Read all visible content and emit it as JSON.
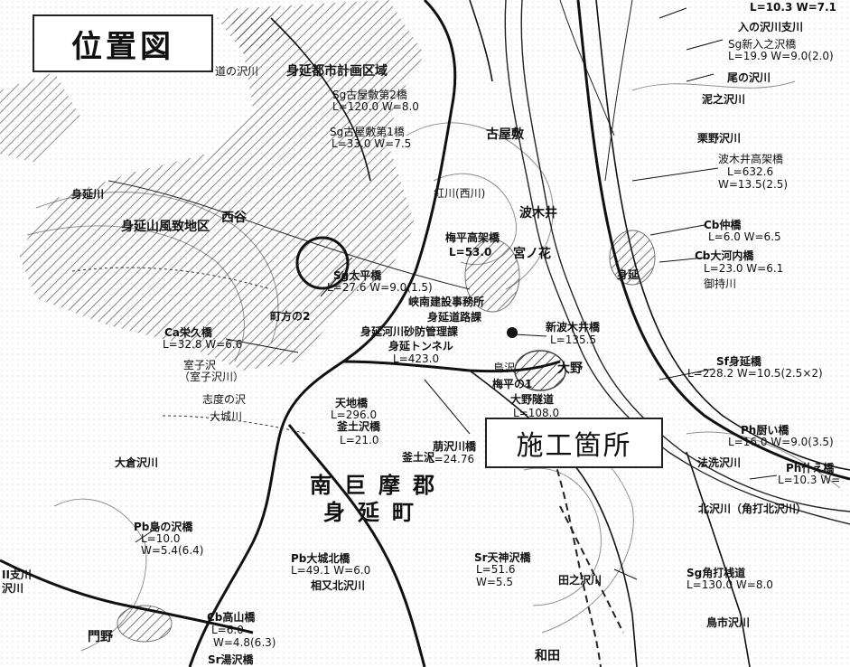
{
  "title": "位置図",
  "callout": "施工箇所",
  "labels": {
    "tl1": "道の沢川",
    "tl2": "身延都市計画区域",
    "tl3": "Sg古屋敷第2橋",
    "tl4": "L=120.0 W=8.0",
    "tl5": "Sg古屋敷第1橋",
    "tl6": "L=33.0 W=7.5",
    "tl7": "古屋敷",
    "tr1": "L=10.3 W=7.1",
    "tr2": "入の沢川支川",
    "tr3": "Sg新入之沢橋",
    "tr4": "L=19.9 W=9.0(2.0)",
    "tr5": "尾の沢川",
    "tr6": "泥之沢川",
    "tr7": "栗野沢川",
    "tr8": "波木井高架橋",
    "tr9": "L=632.6",
    "tr10": "W=13.5(2.5)",
    "c1": "身延川",
    "c2": "西谷",
    "c3": "身延山風致地区",
    "c4": "紅川(西川)",
    "c5": "波木井",
    "c6": "梅平高架橋",
    "c7": "L=53.0",
    "c8": "宮ノ花",
    "c9": "Cb仲橋",
    "c10": "L=6.0 W=6.5",
    "c11": "Cb大河内橋",
    "c12": "L=23.0 W=6.1",
    "c13": "身延",
    "c14": "御持川",
    "m1": "Sg太平橋",
    "m2": "L=27.6 W=9.0(1.5)",
    "m3": "峡南建設事務所",
    "m4": "身延道路課",
    "m5": "身延河川砂防管理課",
    "m6": "町方の2",
    "m7": "身延トンネル",
    "m8": "L=423.0",
    "m9": "新波木井橋",
    "m10": "L=135.5",
    "m11": "大野",
    "m12": "梅平の1",
    "m13": "大野隧道",
    "m14": "L=108.0",
    "m15": "鳥沢",
    "l1": "Ca栄久橋",
    "l2": "L=32.8 W=6.6",
    "l3": "室子沢",
    "l4": "（室子沢川）",
    "l5": "志度の沢",
    "l6": "大城川",
    "l7": "大倉沢川",
    "r1": "Sf身延橋",
    "r2": "L=228.2 W=10.5(2.5×2)",
    "r3": "Ph厨い橋",
    "r4": "L=16.0 W=9.0(3.5)",
    "r5": "Ph什え橋",
    "r6": "L=10.3 W=",
    "r7": "法洗沢川",
    "r8": "北沢川（角打北沢川）",
    "r9": "Sg角打桟道",
    "r10": "L=130.0 W=8.0",
    "r11": "鳥市沢川",
    "s1": "天地橋",
    "s2": "L=296.0",
    "s3": "釜土沢橋",
    "s4": "L=21.0",
    "s5": "釜土沢",
    "s6": "萠沢川橋",
    "s7": "L=24.76",
    "s8": "南巨摩郡",
    "s9": "身延町",
    "b1": "Pb島の沢橋",
    "b2": "L=10.0",
    "b3": "W=5.4(6.4)",
    "b4": "Pb大城北橋",
    "b5": "L=49.1 W=6.0",
    "b6": "相又北沢川",
    "b7": "Sr天神沢橋",
    "b8": "L=51.6",
    "b9": "W=5.5",
    "b10": "田之沢川",
    "b11": "門野",
    "b12": "Cb高山橋",
    "b13": "L=6.0",
    "b14": "W=4.8(6.3)",
    "b15": "和田",
    "b16": "Sr湯沢橋",
    "b17": "II支川",
    "b18": "沢川"
  }
}
